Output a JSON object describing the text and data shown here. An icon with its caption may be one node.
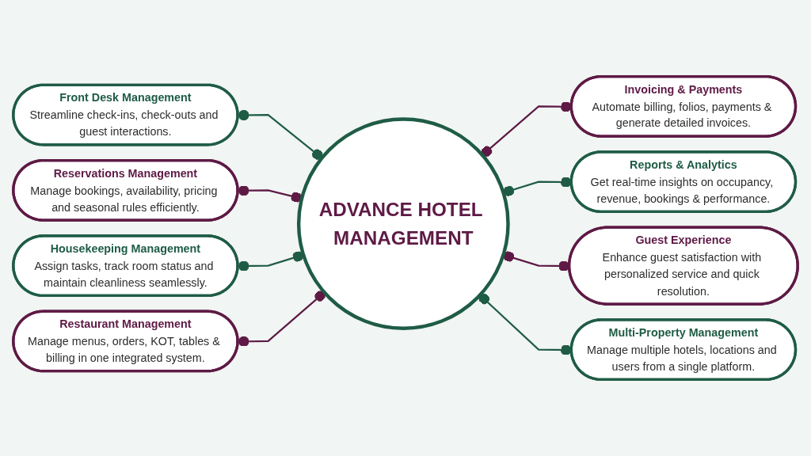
{
  "diagram": {
    "nodes": [
      {
        "text": [
          "ADVANCE HOTEL MANAGEMENT"
        ]
      },
      {
        "text": [
          "Front Desk Management",
          "Streamline check-ins, check-outs and guest interactions."
        ]
      },
      {
        "text": [
          "Reservations Management",
          "Manage bookings, availability, pricing and seasonal rules efficiently."
        ]
      },
      {
        "text": [
          "Housekeeping Management",
          "Assign tasks, track room status and maintain cleanliness seamlessly."
        ]
      },
      {
        "text": [
          "Restaurant Management",
          "Manage menus, orders, KOT, tables & billing in one integrated system."
        ]
      },
      {
        "text": [
          "Invoicing & Payments",
          "Automate billing, folios, payments & generate detailed invoices."
        ]
      },
      {
        "text": [
          "Reports & Analytics",
          "Get real-time insights on occupancy, revenue, bookings & performance."
        ]
      },
      {
        "text": [
          "Guest Experience",
          "Enhance guest satisfaction with personalized service and quick resolution."
        ]
      },
      {
        "text": [
          "Multi-Property Management",
          "Manage multiple hotels, locations and users from a single platform."
        ]
      }
    ],
    "edges": [
      {
        "from": 1,
        "to": 0,
        "arrow": "other",
        "color": "#1f5c45"
      },
      {
        "from": 2,
        "to": 0,
        "arrow": "other",
        "color": "#5e1a45"
      },
      {
        "from": 3,
        "to": 0,
        "arrow": "other",
        "color": "#1f5c45"
      },
      {
        "from": 4,
        "to": 0,
        "arrow": "other",
        "color": "#5e1a45"
      },
      {
        "from": 0,
        "to": 5,
        "arrow": "other",
        "color": "#5e1a45"
      },
      {
        "from": 0,
        "to": 6,
        "arrow": "other",
        "color": "#1f5c45"
      },
      {
        "from": 0,
        "to": 7,
        "arrow": "other",
        "color": "#5e1a45"
      },
      {
        "from": 0,
        "to": 8,
        "arrow": "other",
        "color": "#1f5c45"
      }
    ]
  }
}
